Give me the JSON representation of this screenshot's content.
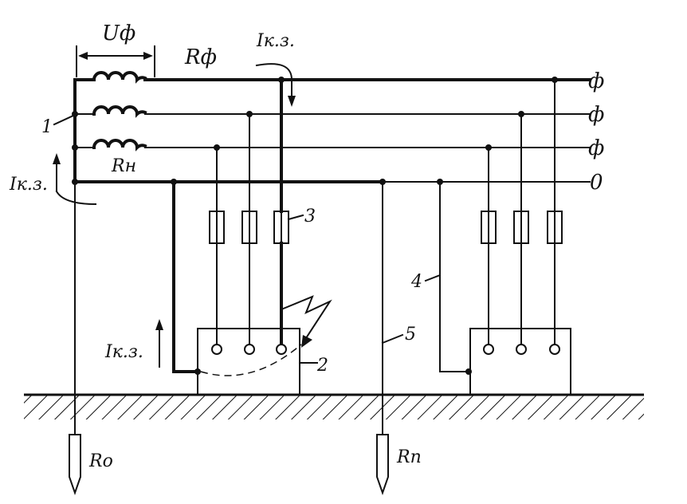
{
  "labels": {
    "u_phase": "Uф",
    "r_phase": "Rф",
    "r_neutral": "Rн",
    "i_short_top": "Iк.з.",
    "i_short_left": "Iк.з.",
    "i_short_bottom": "Iк.з.",
    "r_zero": "Rо",
    "r_p": "Rп"
  },
  "buses": [
    {
      "id": "phase-1",
      "label": "ф"
    },
    {
      "id": "phase-2",
      "label": "ф"
    },
    {
      "id": "phase-3",
      "label": "ф"
    },
    {
      "id": "neutral",
      "label": "0"
    }
  ],
  "callouts": {
    "c1": "1",
    "c2": "2",
    "c3": "3",
    "c4": "4",
    "c5": "5"
  },
  "colors": {
    "ink": "#111111",
    "background": "#ffffff"
  }
}
